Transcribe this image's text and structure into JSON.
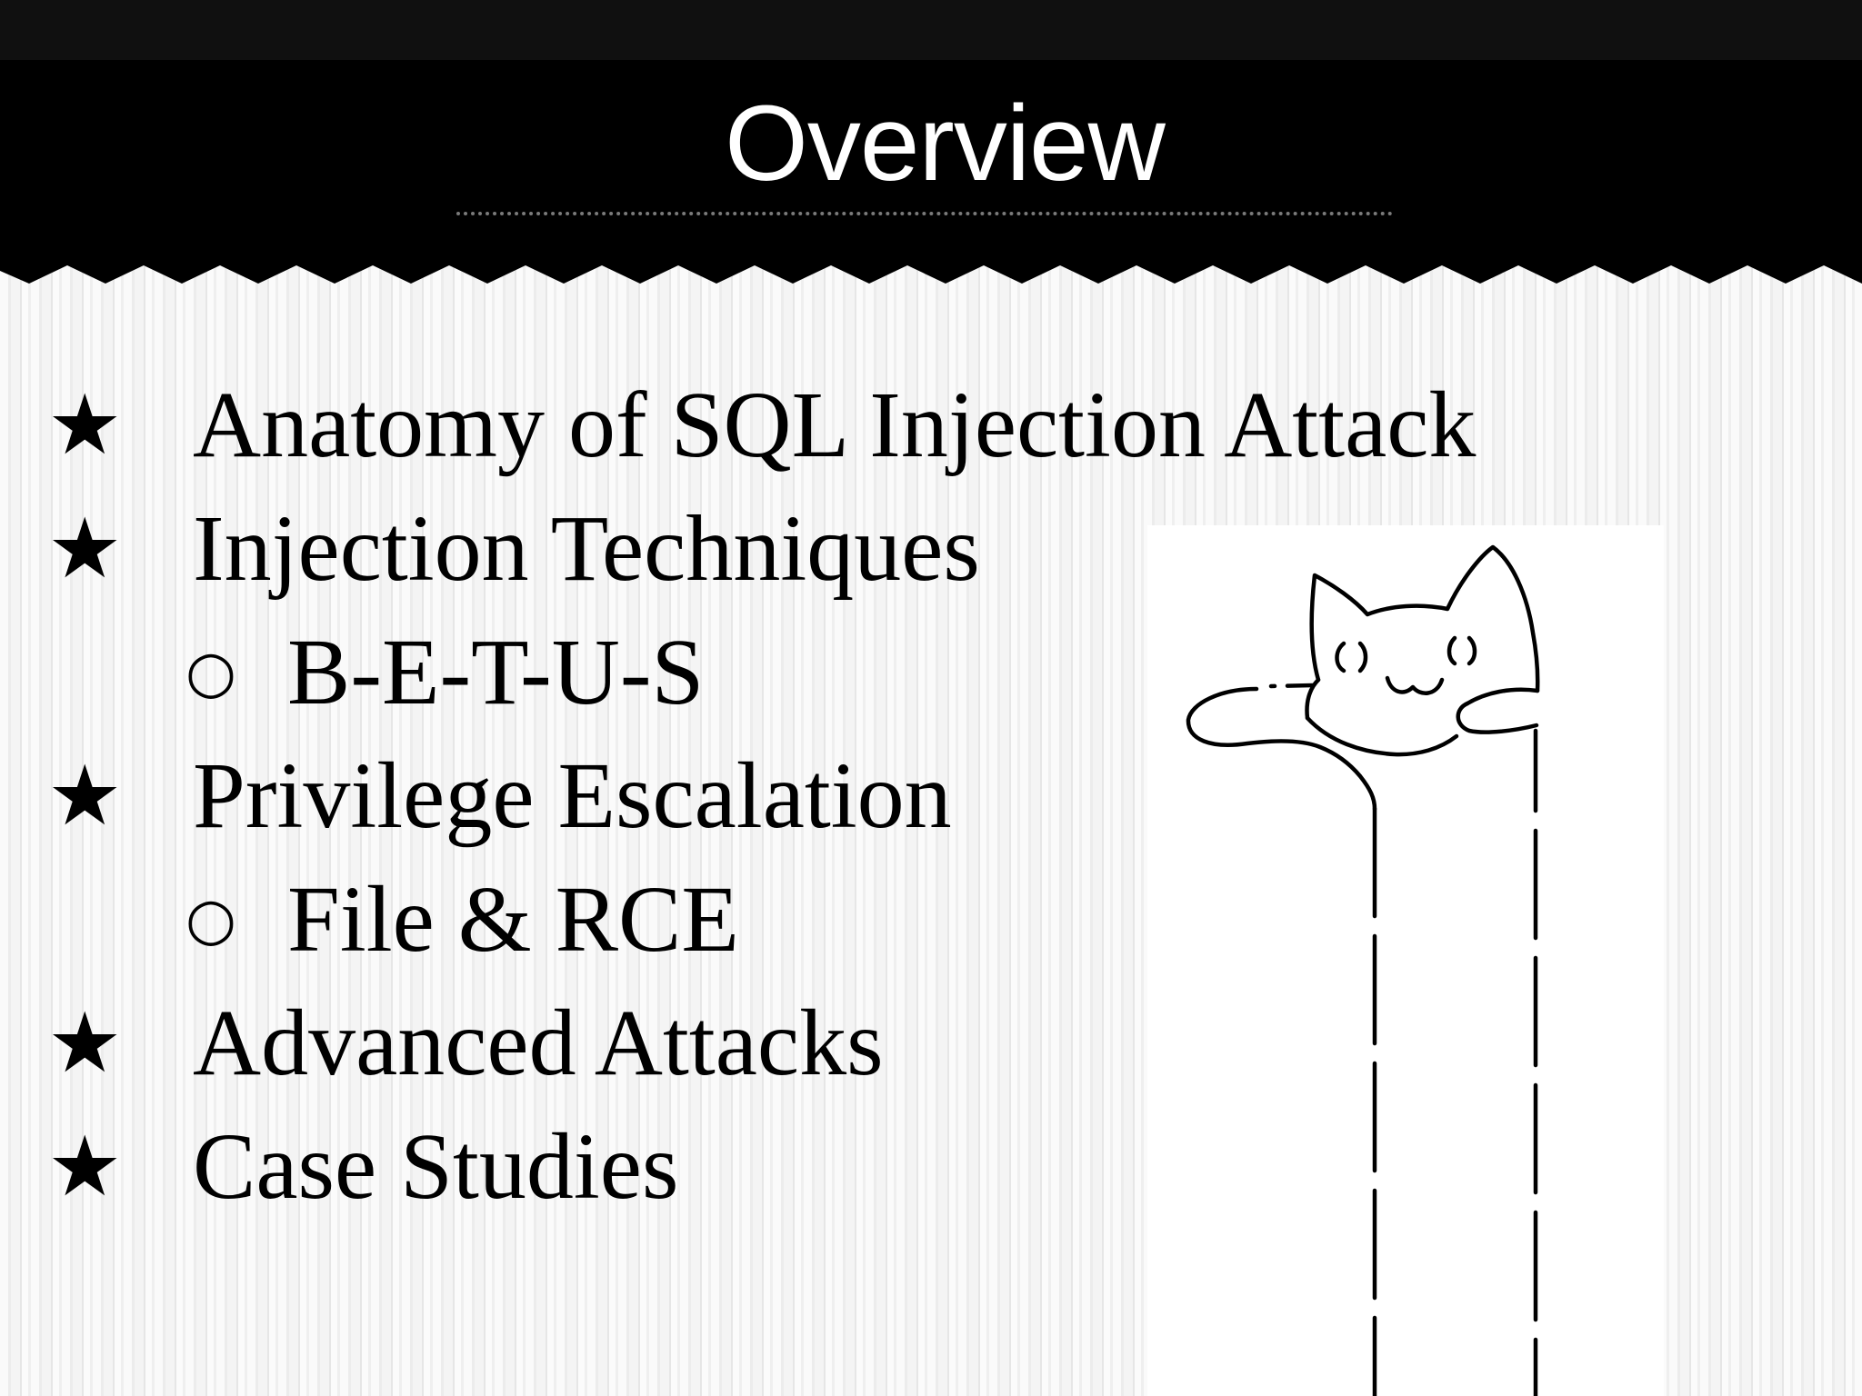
{
  "slide": {
    "title": "Overview",
    "items": [
      {
        "level": 1,
        "marker": "★",
        "text": "Anatomy of SQL Injection Attack"
      },
      {
        "level": 1,
        "marker": "★",
        "text": "Injection Techniques"
      },
      {
        "level": 2,
        "marker": "○",
        "text": "B-E-T-U-S"
      },
      {
        "level": 1,
        "marker": "★",
        "text": "Privilege Escalation"
      },
      {
        "level": 2,
        "marker": "○",
        "text": "File & RCE"
      },
      {
        "level": 1,
        "marker": "★",
        "text": "Advanced Attacks"
      },
      {
        "level": 1,
        "marker": "★",
        "text": "Case Studies"
      }
    ]
  },
  "illustration": {
    "name": "longcat"
  },
  "colors": {
    "header_background": "#000000",
    "title_text": "#ffffff",
    "body_text": "#000000",
    "background": "#f7f7f7"
  }
}
